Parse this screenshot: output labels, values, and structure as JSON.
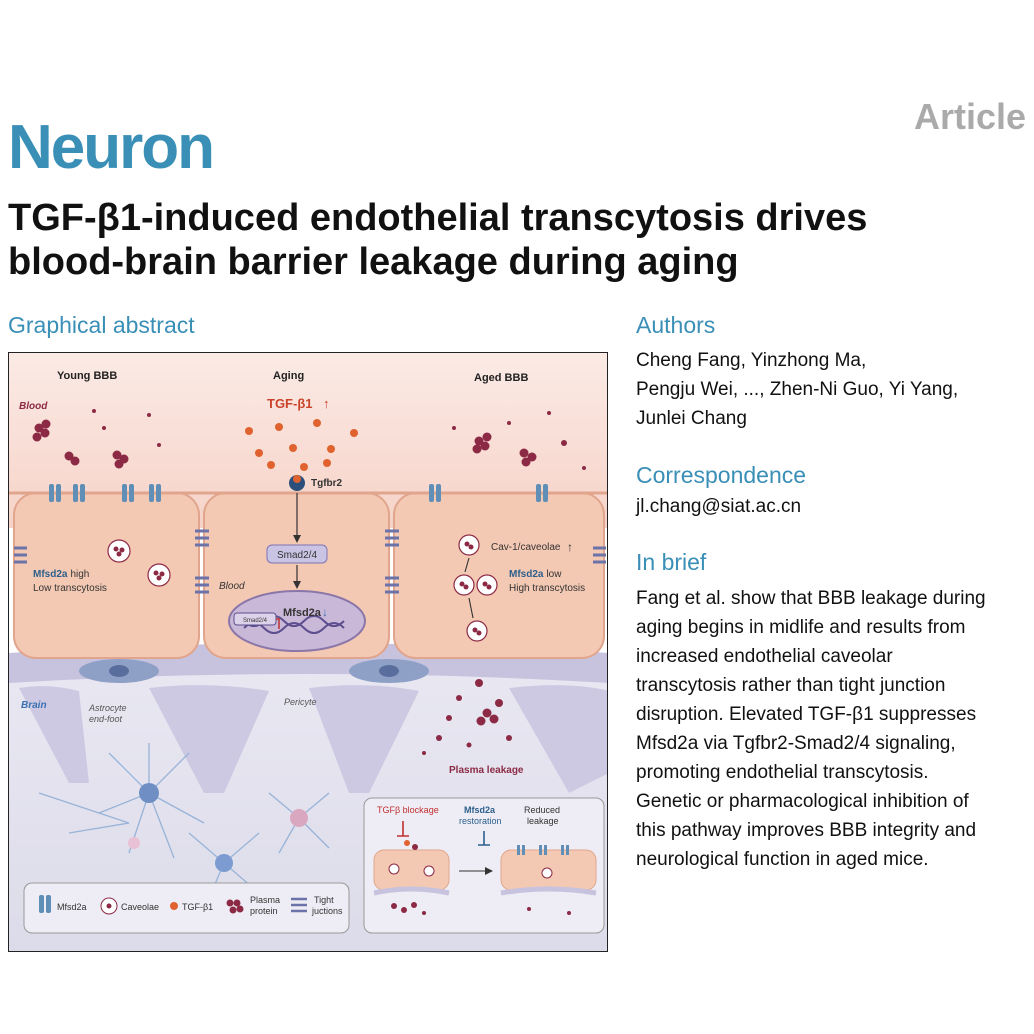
{
  "header": {
    "article_label": "Article",
    "journal": "Neuron",
    "title_line1": "TGF-β1-induced endothelial transcytosis drives",
    "title_line2": "blood-brain barrier leakage during aging"
  },
  "graphical_abstract": {
    "heading": "Graphical abstract",
    "col_young": "Young BBB",
    "col_aging": "Aging",
    "col_aged": "Aged BBB",
    "blood": "Blood",
    "blood_inner": "Blood",
    "tgfb1": "TGF-β1",
    "tgfbr2": "Tgfbr2",
    "smad": "Smad2/4",
    "smad_small": "Smad2/4",
    "mfsd2a_nucleus": "Mfsd2a",
    "mfsd2a_high_name": "Mfsd2a",
    "mfsd2a_high_suffix": "high",
    "low_transcytosis": "Low transcytosis",
    "cav1": "Cav-1/caveolae",
    "mfsd2a_low_name": "Mfsd2a",
    "mfsd2a_low_suffix": "low",
    "high_transcytosis": "High transcytosis",
    "brain": "Brain",
    "astro_line1": "Astrocyte",
    "astro_line2": "end-foot",
    "pericyte": "Pericyte",
    "plasma_leakage": "Plasma leakage",
    "inset": {
      "tgfb_blockage": "TGFβ blockage",
      "mfsd2a": "Mfsd2a",
      "restoration": "restoration",
      "reduced_line1": "Reduced",
      "reduced_line2": "leakage"
    },
    "legend": {
      "mfsd2a": "Mfsd2a",
      "caveolae": "Caveolae",
      "tgfb1": "TGF-β1",
      "plasma_line1": "Plasma",
      "plasma_line2": "protein",
      "tight_line1": "Tight",
      "tight_line2": "juctions"
    }
  },
  "authors": {
    "heading": "Authors",
    "line1": "Cheng Fang, Yinzhong Ma,",
    "line2": "Pengju Wei, ..., Zhen-Ni Guo, Yi Yang,",
    "line3": "Junlei Chang"
  },
  "correspondence": {
    "heading": "Correspondence",
    "email": "jl.chang@siat.ac.cn"
  },
  "in_brief": {
    "heading": "In brief",
    "lines": [
      "Fang et al. show that BBB leakage during",
      "aging begins in midlife and results from",
      "increased endothelial caveolar",
      "transcytosis rather than tight junction",
      "disruption. Elevated TGF-β1 suppresses",
      "Mfsd2a via Tgfbr2-Smad2/4 signaling,",
      "promoting endothelial transcytosis.",
      "Genetic or pharmacological inhibition of",
      "this pathway improves BBB integrity and",
      "neurological function in aged mice."
    ]
  },
  "colors": {
    "accent": "#3a8fb7",
    "blood_bg": "#f8ddd6",
    "cell": "#f4c9b4",
    "brain_bg": "#e4e2ef",
    "plasma": "#8c2a45",
    "tgf": "#e0622e",
    "channel": "#5f8fb6"
  }
}
